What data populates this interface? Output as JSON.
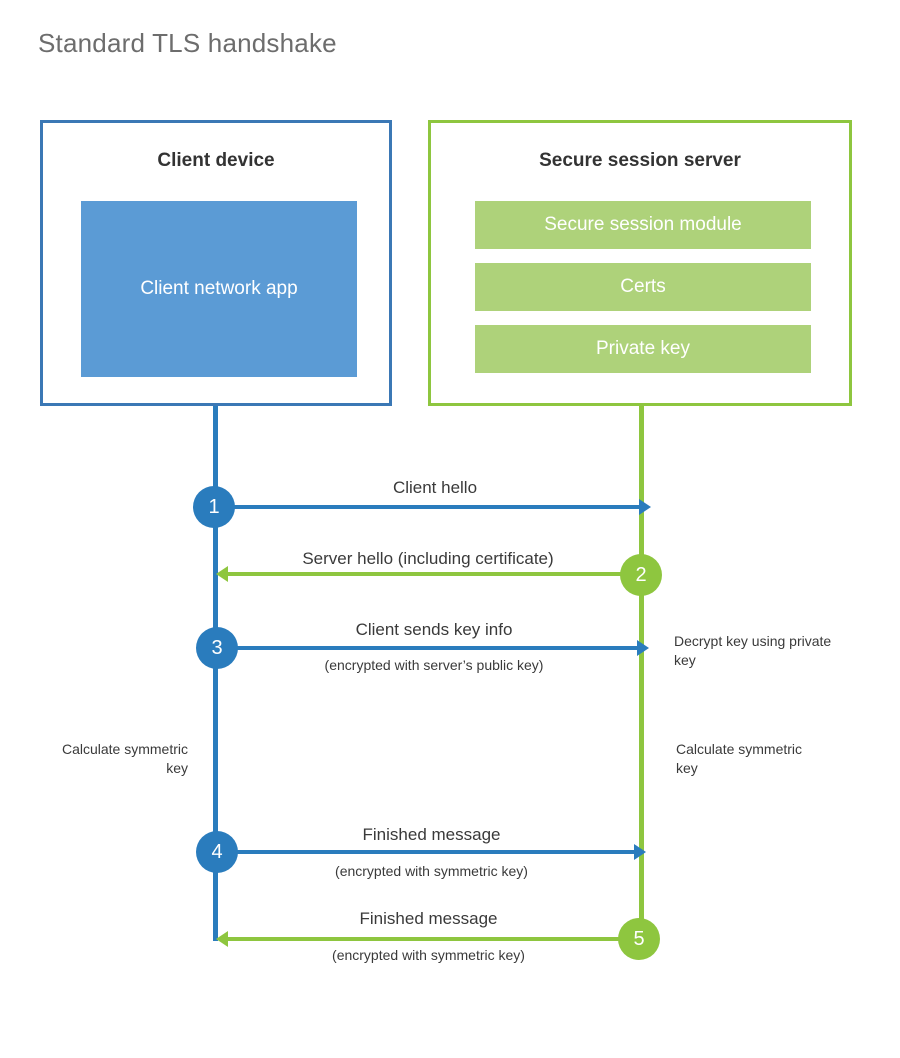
{
  "title": "Standard TLS handshake",
  "client": {
    "box_title": "Client device",
    "app_label": "Client network app",
    "border_color": "#3b78b5",
    "fill_color": "#5b9bd5",
    "accent_color": "#2a7cbd"
  },
  "server": {
    "box_title": "Secure session server",
    "border_color": "#8ec63f",
    "fill_color": "#aed27a",
    "accent_color": "#8ec63f",
    "components": [
      {
        "label": "Secure session module"
      },
      {
        "label": "Certs"
      },
      {
        "label": "Private key"
      }
    ]
  },
  "steps": [
    {
      "number": "1",
      "label": "Client hello",
      "sublabel": "",
      "direction": "client-to-server",
      "color": "#2a7cbd"
    },
    {
      "number": "2",
      "label": "Server hello (including certificate)",
      "sublabel": "",
      "direction": "server-to-client",
      "color": "#8ec63f"
    },
    {
      "number": "3",
      "label": "Client sends key info",
      "sublabel": "(encrypted with server’s public key)",
      "direction": "client-to-server",
      "color": "#2a7cbd"
    },
    {
      "number": "4",
      "label": "Finished message",
      "sublabel": "(encrypted with symmetric key)",
      "direction": "client-to-server",
      "color": "#2a7cbd"
    },
    {
      "number": "5",
      "label": "Finished message",
      "sublabel": "(encrypted with symmetric key)",
      "direction": "server-to-client",
      "color": "#8ec63f"
    }
  ],
  "annotations": {
    "decrypt_key": "Decrypt key using private key",
    "client_calculate": "Calculate symmetric key",
    "server_calculate": "Calculate symmetric key"
  }
}
